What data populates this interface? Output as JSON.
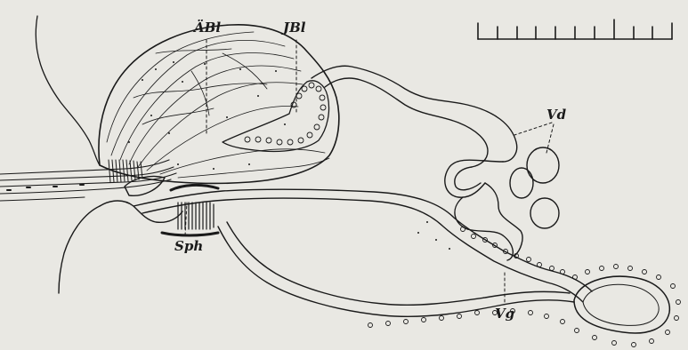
{
  "figure": {
    "labels": {
      "abl": "ÄBl",
      "jbl": "JBl",
      "vd": "Vd",
      "sph": "Sph",
      "vg": "Vg"
    },
    "scale_bar": {
      "ticks": 10
    },
    "colors": {
      "ink": "#1a1a1a",
      "paper": "#e9e8e3"
    }
  }
}
